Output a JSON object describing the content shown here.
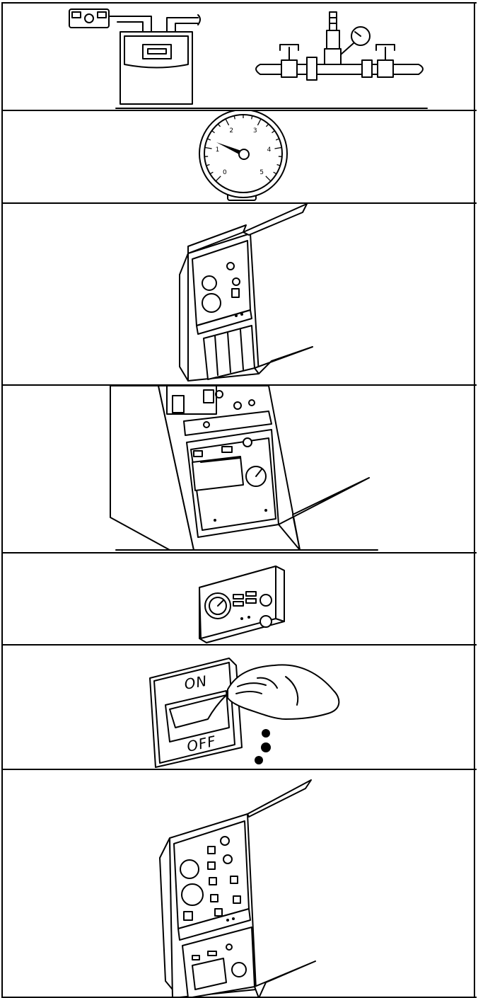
{
  "panels": [
    {
      "id": "gas-and-water-supply"
    },
    {
      "id": "pressure-gauge"
    },
    {
      "id": "boiler-control-panel"
    },
    {
      "id": "boiler-control-panel-closeup"
    },
    {
      "id": "room-thermostat-timer"
    },
    {
      "id": "main-switch"
    },
    {
      "id": "boiler-control-panel-full"
    }
  ],
  "switch": {
    "on_label": "ON",
    "off_label": "OFF"
  },
  "gauge": {
    "scale_labels": [
      "0",
      "1",
      "2",
      "3",
      "4",
      "5"
    ]
  },
  "colors": {
    "line": "#000000",
    "background": "#ffffff"
  }
}
